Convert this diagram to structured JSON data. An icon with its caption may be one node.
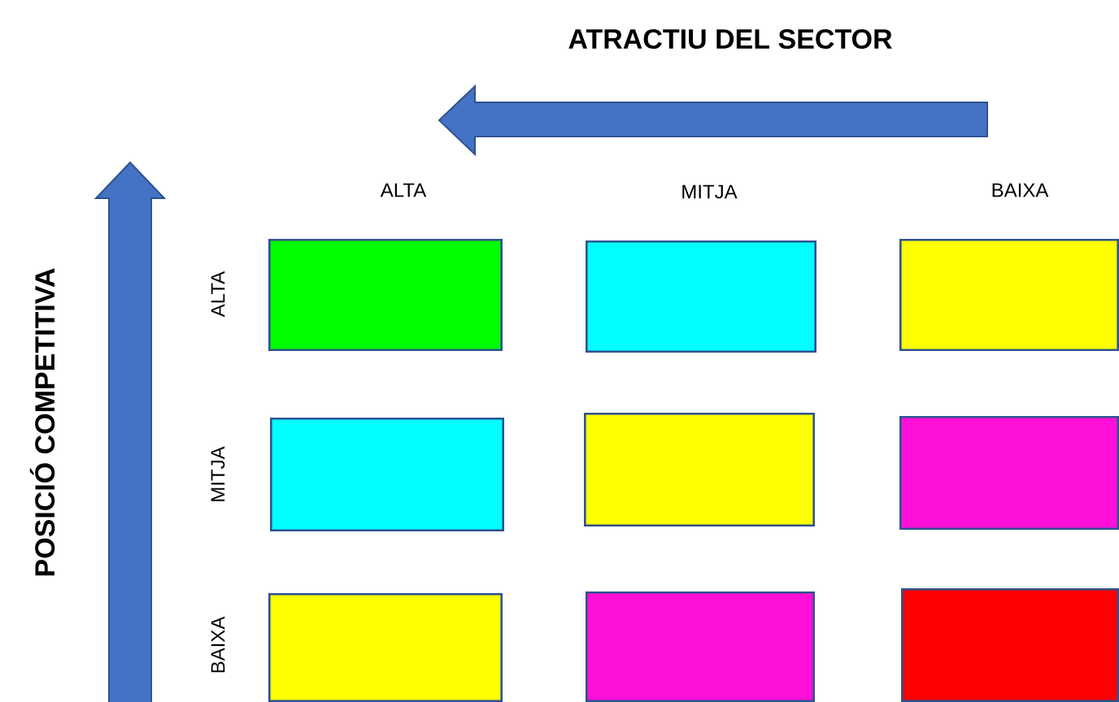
{
  "diagram": {
    "nodes": [
      {
        "text": [],
        "shape": "box"
      },
      {
        "text": [],
        "shape": "box"
      },
      {
        "text": [],
        "shape": "box"
      },
      {
        "text": [],
        "shape": "box"
      },
      {
        "text": [],
        "shape": "box"
      },
      {
        "text": [],
        "shape": "box"
      },
      {
        "text": [],
        "shape": "box"
      },
      {
        "text": [],
        "shape": "box"
      },
      {
        "text": [],
        "shape": "box"
      }
    ],
    "labels": [
      "ATRACTIU DEL SECTOR",
      "ALTA",
      "MITJA",
      "BAIXA",
      "POSICIÓ COMPETITIVA",
      "ALTA",
      "MITJA",
      "BAIXA"
    ]
  }
}
